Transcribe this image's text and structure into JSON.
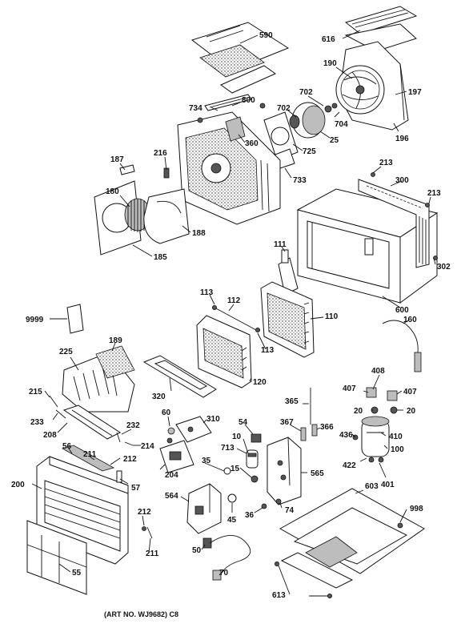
{
  "labels": [
    {
      "id": "590",
      "text": "590"
    },
    {
      "id": "616",
      "text": "616"
    },
    {
      "id": "190",
      "text": "190"
    },
    {
      "id": "197",
      "text": "197"
    },
    {
      "id": "702a",
      "text": "702"
    },
    {
      "id": "702b",
      "text": "702"
    },
    {
      "id": "704",
      "text": "704"
    },
    {
      "id": "196",
      "text": "196"
    },
    {
      "id": "734",
      "text": "734"
    },
    {
      "id": "800",
      "text": "800"
    },
    {
      "id": "360",
      "text": "360"
    },
    {
      "id": "725",
      "text": "725"
    },
    {
      "id": "25",
      "text": "25"
    },
    {
      "id": "733",
      "text": "733"
    },
    {
      "id": "216",
      "text": "216"
    },
    {
      "id": "187",
      "text": "187"
    },
    {
      "id": "180",
      "text": "180"
    },
    {
      "id": "188",
      "text": "188"
    },
    {
      "id": "185",
      "text": "185"
    },
    {
      "id": "213a",
      "text": "213"
    },
    {
      "id": "300",
      "text": "300"
    },
    {
      "id": "213b",
      "text": "213"
    },
    {
      "id": "302",
      "text": "302"
    },
    {
      "id": "600",
      "text": "600"
    },
    {
      "id": "111",
      "text": "111"
    },
    {
      "id": "113a",
      "text": "113"
    },
    {
      "id": "112",
      "text": "112"
    },
    {
      "id": "110",
      "text": "110"
    },
    {
      "id": "113b",
      "text": "113"
    },
    {
      "id": "120",
      "text": "120"
    },
    {
      "id": "9999",
      "text": "9999"
    },
    {
      "id": "160",
      "text": "160"
    },
    {
      "id": "225",
      "text": "225"
    },
    {
      "id": "189",
      "text": "189"
    },
    {
      "id": "320",
      "text": "320"
    },
    {
      "id": "408",
      "text": "408"
    },
    {
      "id": "407a",
      "text": "407"
    },
    {
      "id": "407b",
      "text": "407"
    },
    {
      "id": "215",
      "text": "215"
    },
    {
      "id": "233",
      "text": "233"
    },
    {
      "id": "208",
      "text": "208"
    },
    {
      "id": "232",
      "text": "232"
    },
    {
      "id": "214",
      "text": "214"
    },
    {
      "id": "60",
      "text": "60"
    },
    {
      "id": "310",
      "text": "310"
    },
    {
      "id": "54",
      "text": "54"
    },
    {
      "id": "365",
      "text": "365"
    },
    {
      "id": "367",
      "text": "367"
    },
    {
      "id": "366",
      "text": "366"
    },
    {
      "id": "20a",
      "text": "20"
    },
    {
      "id": "20b",
      "text": "20"
    },
    {
      "id": "410",
      "text": "410"
    },
    {
      "id": "436",
      "text": "436"
    },
    {
      "id": "422",
      "text": "422"
    },
    {
      "id": "100",
      "text": "100"
    },
    {
      "id": "401",
      "text": "401"
    },
    {
      "id": "56",
      "text": "56"
    },
    {
      "id": "211a",
      "text": "211"
    },
    {
      "id": "212a",
      "text": "212"
    },
    {
      "id": "200",
      "text": "200"
    },
    {
      "id": "57",
      "text": "57"
    },
    {
      "id": "204",
      "text": "204"
    },
    {
      "id": "10",
      "text": "10"
    },
    {
      "id": "713",
      "text": "713"
    },
    {
      "id": "15",
      "text": "15"
    },
    {
      "id": "35",
      "text": "35"
    },
    {
      "id": "565",
      "text": "565"
    },
    {
      "id": "564",
      "text": "564"
    },
    {
      "id": "45",
      "text": "45"
    },
    {
      "id": "36",
      "text": "36"
    },
    {
      "id": "74",
      "text": "74"
    },
    {
      "id": "603",
      "text": "603"
    },
    {
      "id": "998",
      "text": "998"
    },
    {
      "id": "212b",
      "text": "212"
    },
    {
      "id": "211b",
      "text": "211"
    },
    {
      "id": "55",
      "text": "55"
    },
    {
      "id": "50",
      "text": "50"
    },
    {
      "id": "70",
      "text": "70"
    },
    {
      "id": "613",
      "text": "613"
    }
  ],
  "caption": "(ART NO. WJ9682) C8"
}
